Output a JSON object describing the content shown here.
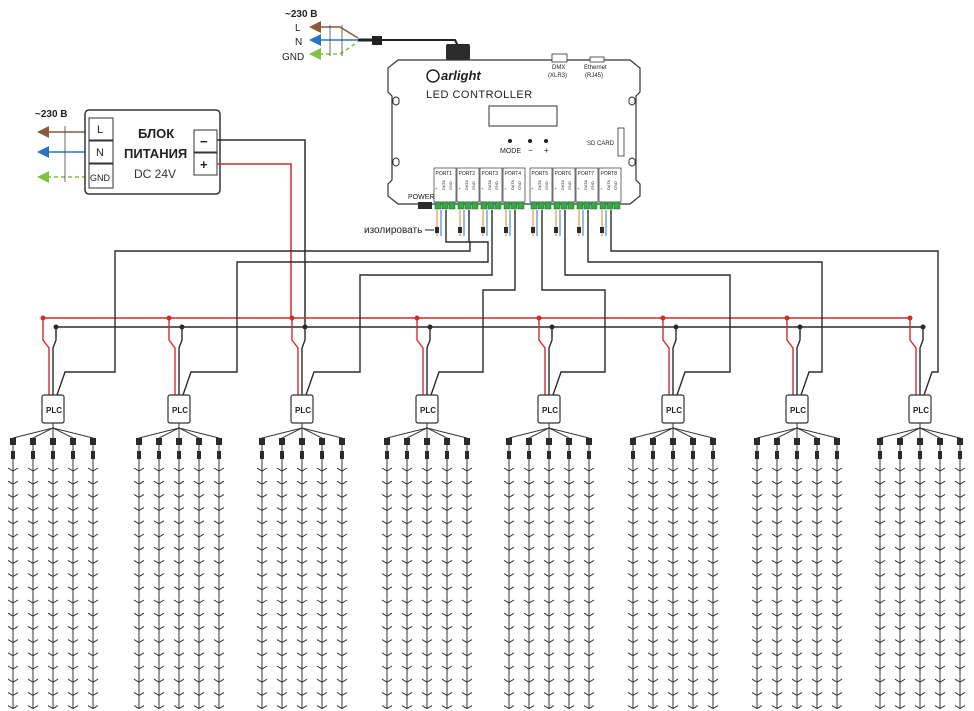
{
  "mains_top": {
    "voltage": "~230 В",
    "labels": [
      "L",
      "N",
      "GND"
    ]
  },
  "mains_psu": {
    "voltage": "~230 В"
  },
  "power_supply": {
    "title_line1": "БЛОК",
    "title_line2": "ПИТАНИЯ",
    "rating": "DC 24V",
    "input_terminals": [
      "L",
      "N",
      "GND"
    ],
    "output_terminals": [
      "−",
      "+"
    ]
  },
  "controller": {
    "brand": "arlight",
    "name": "LED CONTROLLER",
    "dmx_label": "DMX",
    "dmx_sub": "(XLR3)",
    "ethernet_label": "Ethernet",
    "ethernet_sub": "(RJ45)",
    "sd_label": "SD CARD",
    "power_label": "POWER",
    "buttons": [
      "MODE",
      "−",
      "+"
    ],
    "ports": [
      "PORT1",
      "PORT2",
      "PORT3",
      "PORT4",
      "PORT5",
      "PORT6",
      "PORT7",
      "PORT8"
    ],
    "pin_labels": [
      "+",
      "DATA",
      "GND"
    ]
  },
  "isolate_note": "изолировать",
  "plc_label": "PLC",
  "plc_count": 8,
  "strands_per_plc": 5,
  "colors": {
    "wire_black": "#2b2b2b",
    "wire_red": "#d42a2a",
    "mains_brown": "#8b5a3c",
    "mains_blue": "#2a72c4",
    "mains_green": "#7dc241",
    "terminal_green": "#3aa64a",
    "data_orange": "#e89a3c",
    "data_blue": "#4a90d9"
  }
}
